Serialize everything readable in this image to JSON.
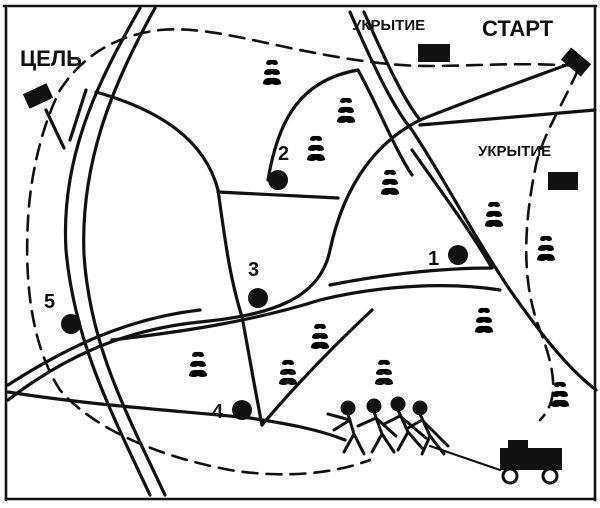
{
  "labels": {
    "start": "СТАРТ",
    "goal": "ЦЕЛЬ",
    "shelter_top": "УКРЫТИЕ",
    "shelter_right": "УКРЫТИЕ"
  },
  "checkpoints": [
    "1",
    "2",
    "3",
    "4",
    "5"
  ],
  "colors": {
    "ink": "#111111",
    "paper": "#ffffff"
  },
  "icons": [
    "flag-marker-icon",
    "shelter-icon",
    "tree-icon",
    "checkpoint-dot-icon",
    "truck-icon",
    "runners-icon"
  ]
}
